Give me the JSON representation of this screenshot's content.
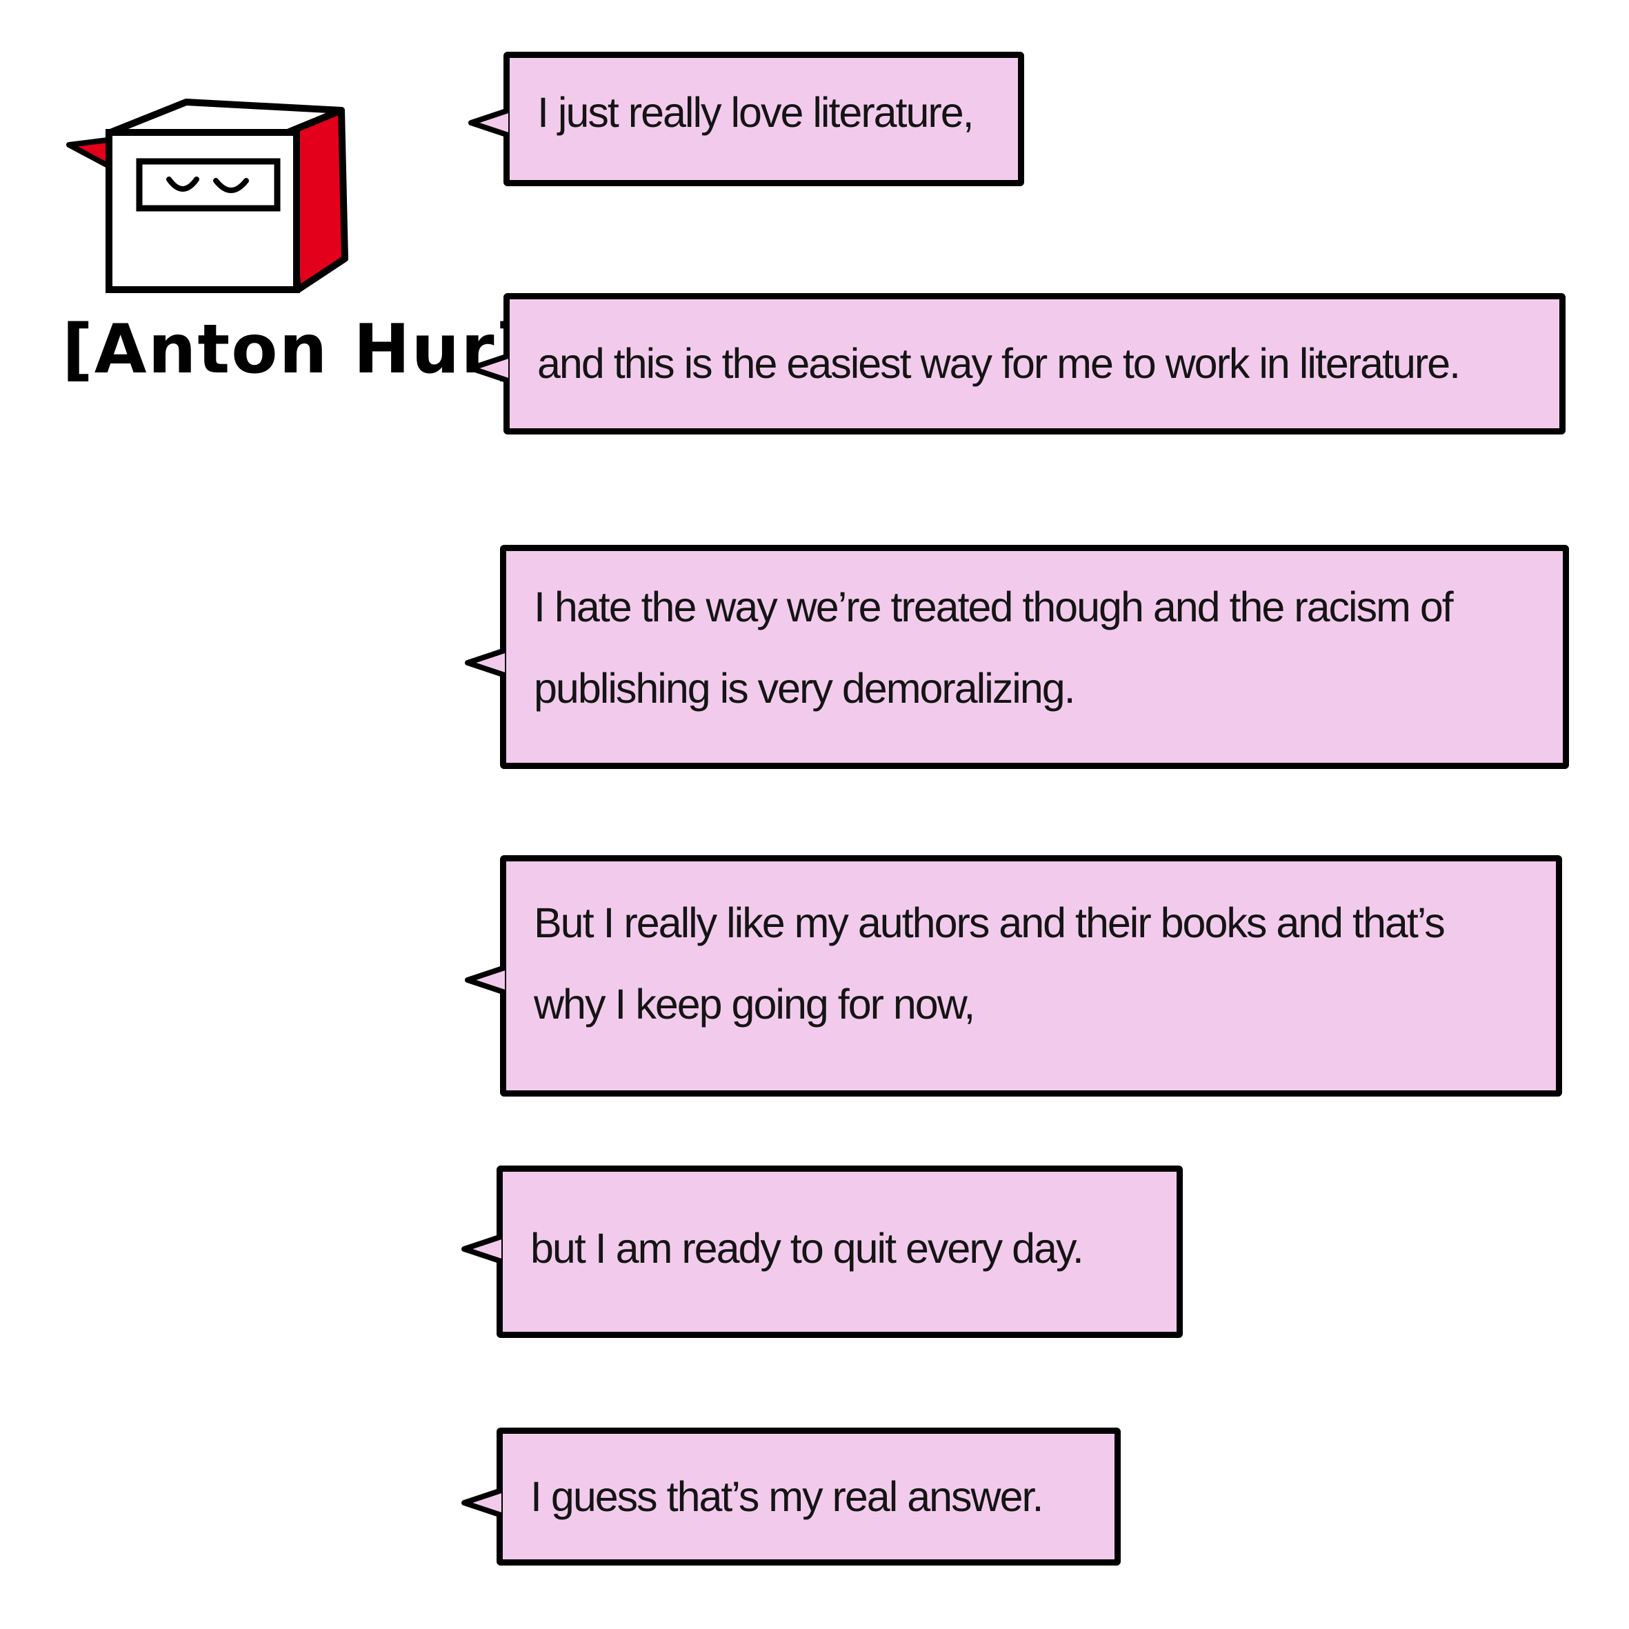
{
  "speaker": {
    "name": "[Anton Hur]",
    "icon": "book-character-icon",
    "colors": {
      "book_spine": "#e3001b",
      "bubble_fill": "#f2cbec",
      "outline": "#000000"
    }
  },
  "bubbles": [
    {
      "lines": [
        "I just really love literature,"
      ]
    },
    {
      "lines": [
        "and this is the easiest way for me to work in literature."
      ]
    },
    {
      "lines": [
        "I hate the way we’re treated though and the racism of",
        "publishing is very demoralizing."
      ]
    },
    {
      "lines": [
        "But I really like my authors and their books and that’s",
        "why I keep going for now,"
      ]
    },
    {
      "lines": [
        "but I am ready to quit every day."
      ]
    },
    {
      "lines": [
        "I guess that’s my real answer."
      ]
    }
  ]
}
